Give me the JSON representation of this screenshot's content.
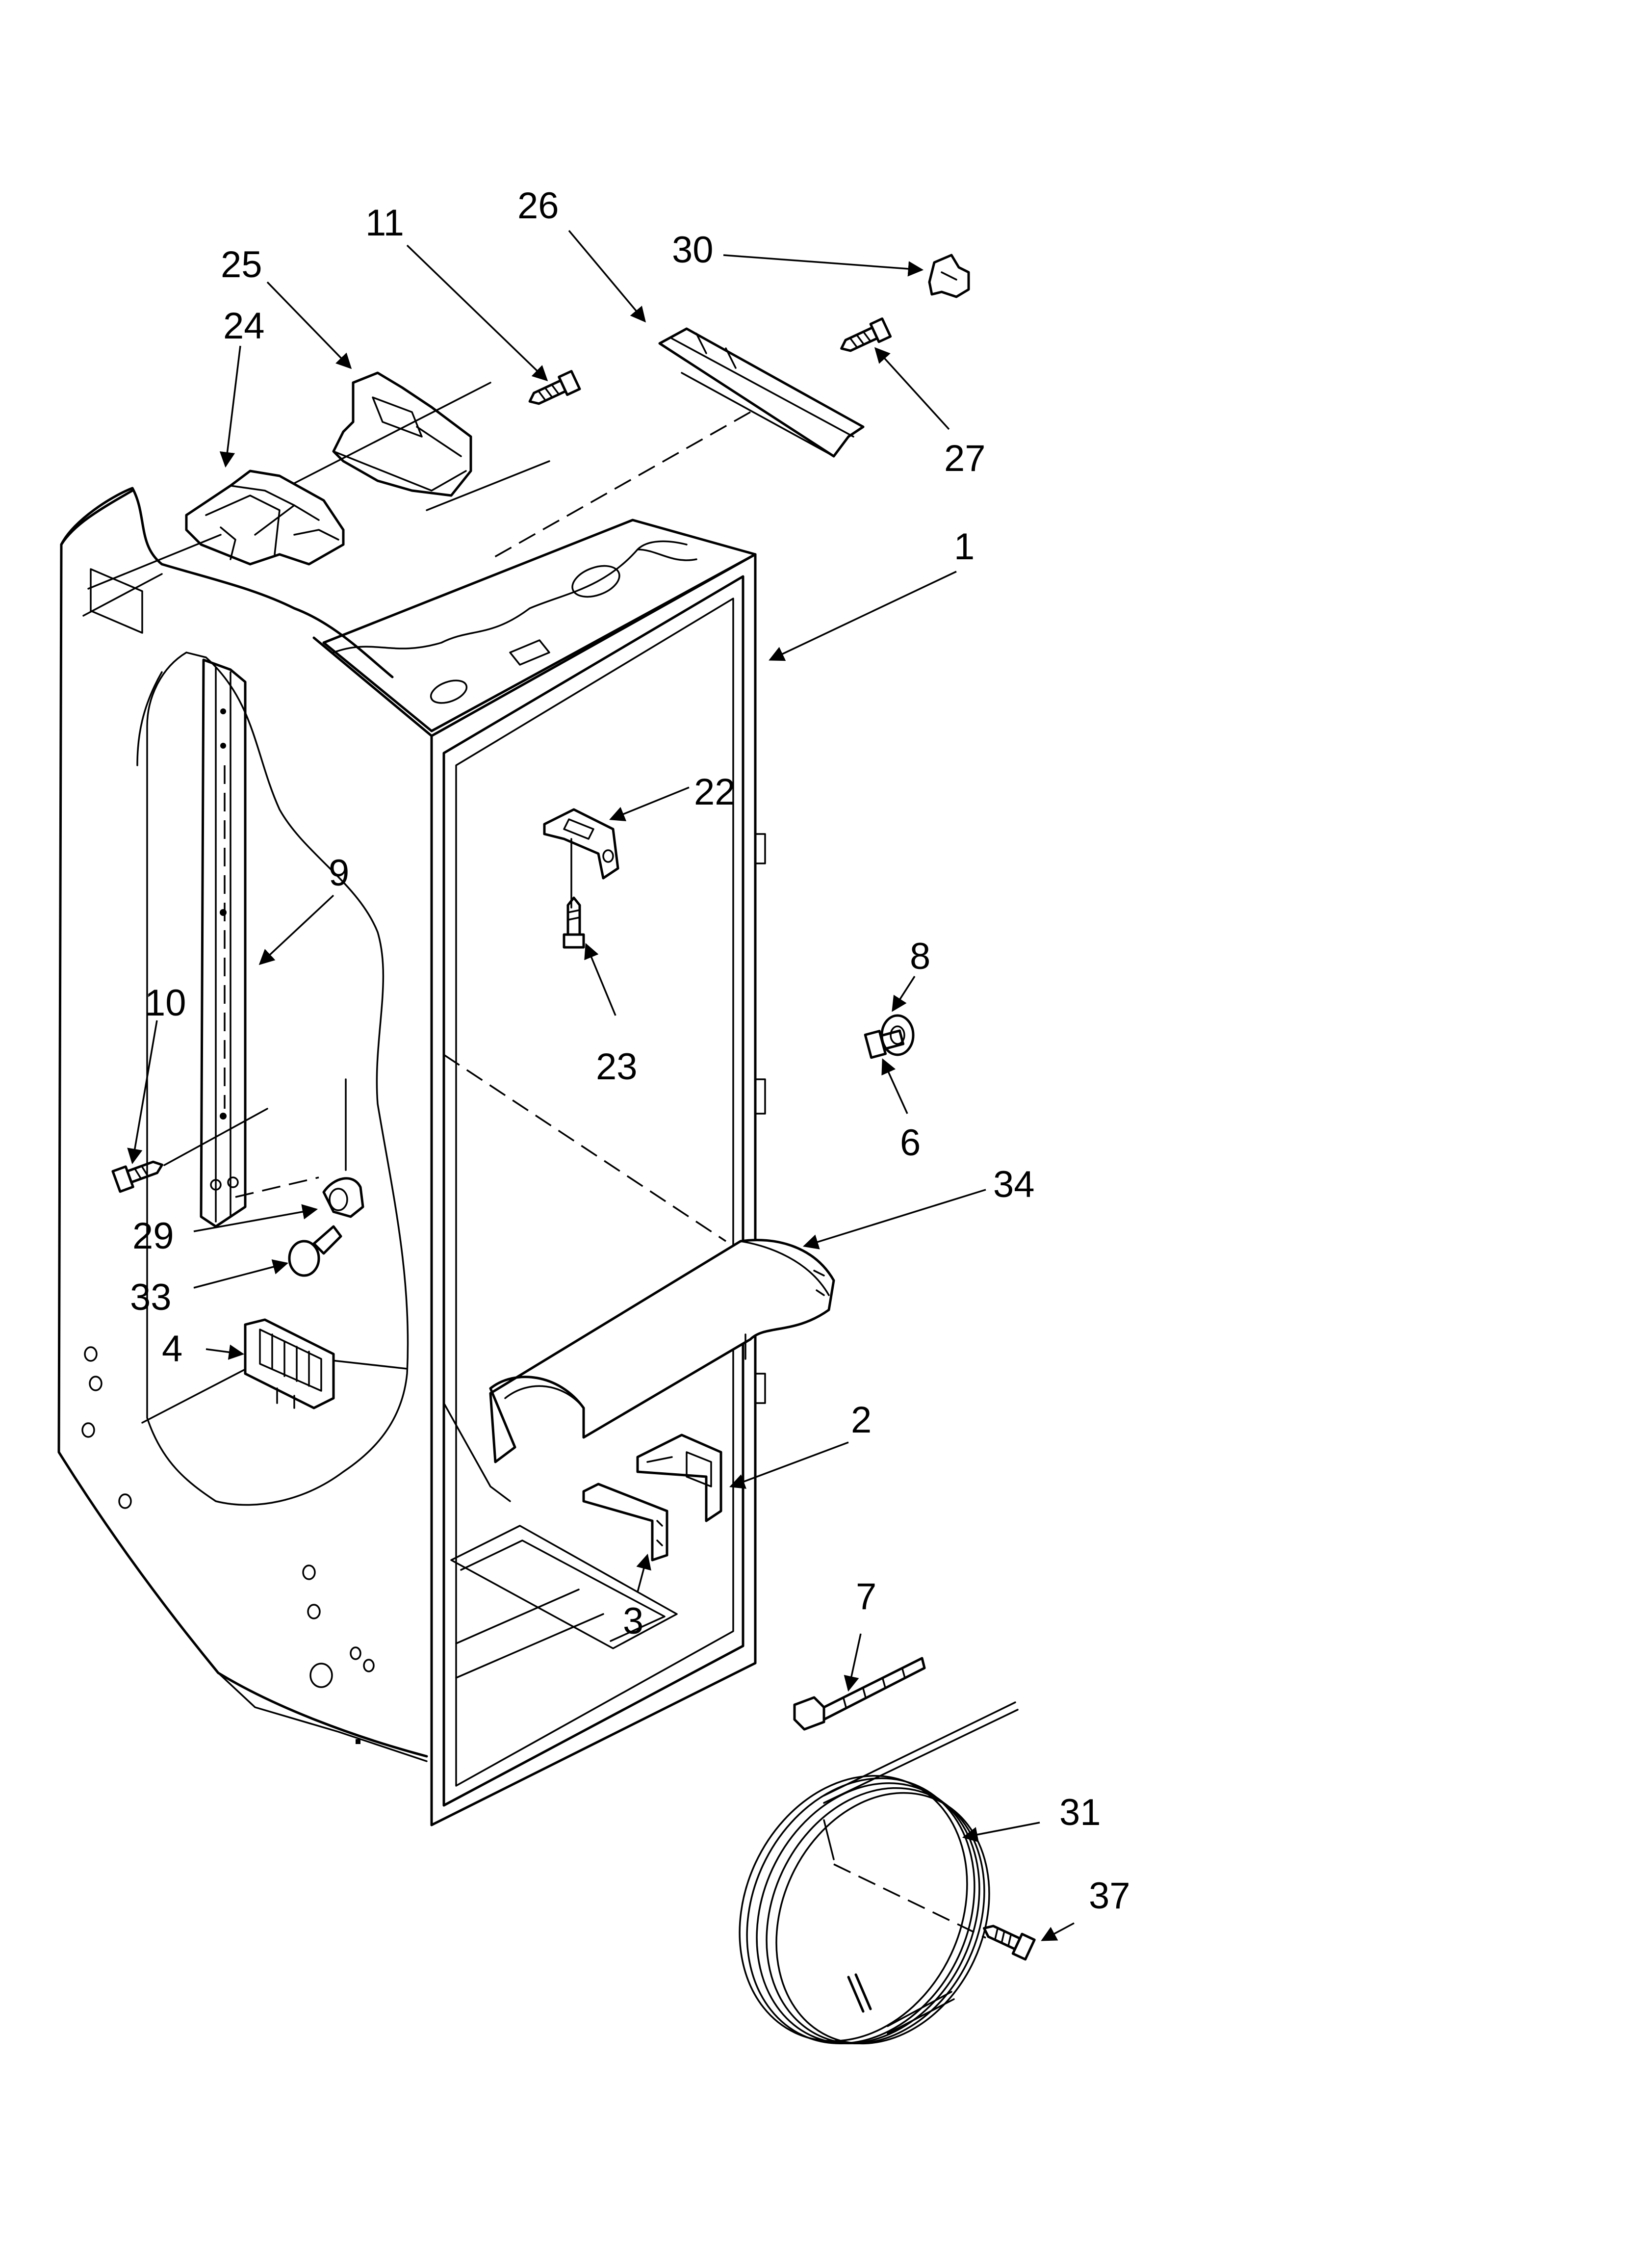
{
  "callouts": [
    {
      "id": "c1",
      "label": "1"
    },
    {
      "id": "c2",
      "label": "2"
    },
    {
      "id": "c3",
      "label": "3"
    },
    {
      "id": "c4",
      "label": "4"
    },
    {
      "id": "c6",
      "label": "6"
    },
    {
      "id": "c7",
      "label": "7"
    },
    {
      "id": "c8",
      "label": "8"
    },
    {
      "id": "c9",
      "label": "9"
    },
    {
      "id": "c10",
      "label": "10"
    },
    {
      "id": "c11",
      "label": "11"
    },
    {
      "id": "c22",
      "label": "22"
    },
    {
      "id": "c23",
      "label": "23"
    },
    {
      "id": "c24",
      "label": "24"
    },
    {
      "id": "c25",
      "label": "25"
    },
    {
      "id": "c26",
      "label": "26"
    },
    {
      "id": "c27",
      "label": "27"
    },
    {
      "id": "c29",
      "label": "29"
    },
    {
      "id": "c30",
      "label": "30"
    },
    {
      "id": "c31",
      "label": "31"
    },
    {
      "id": "c33",
      "label": "33"
    },
    {
      "id": "c34",
      "label": "34"
    },
    {
      "id": "c37",
      "label": "37"
    }
  ]
}
